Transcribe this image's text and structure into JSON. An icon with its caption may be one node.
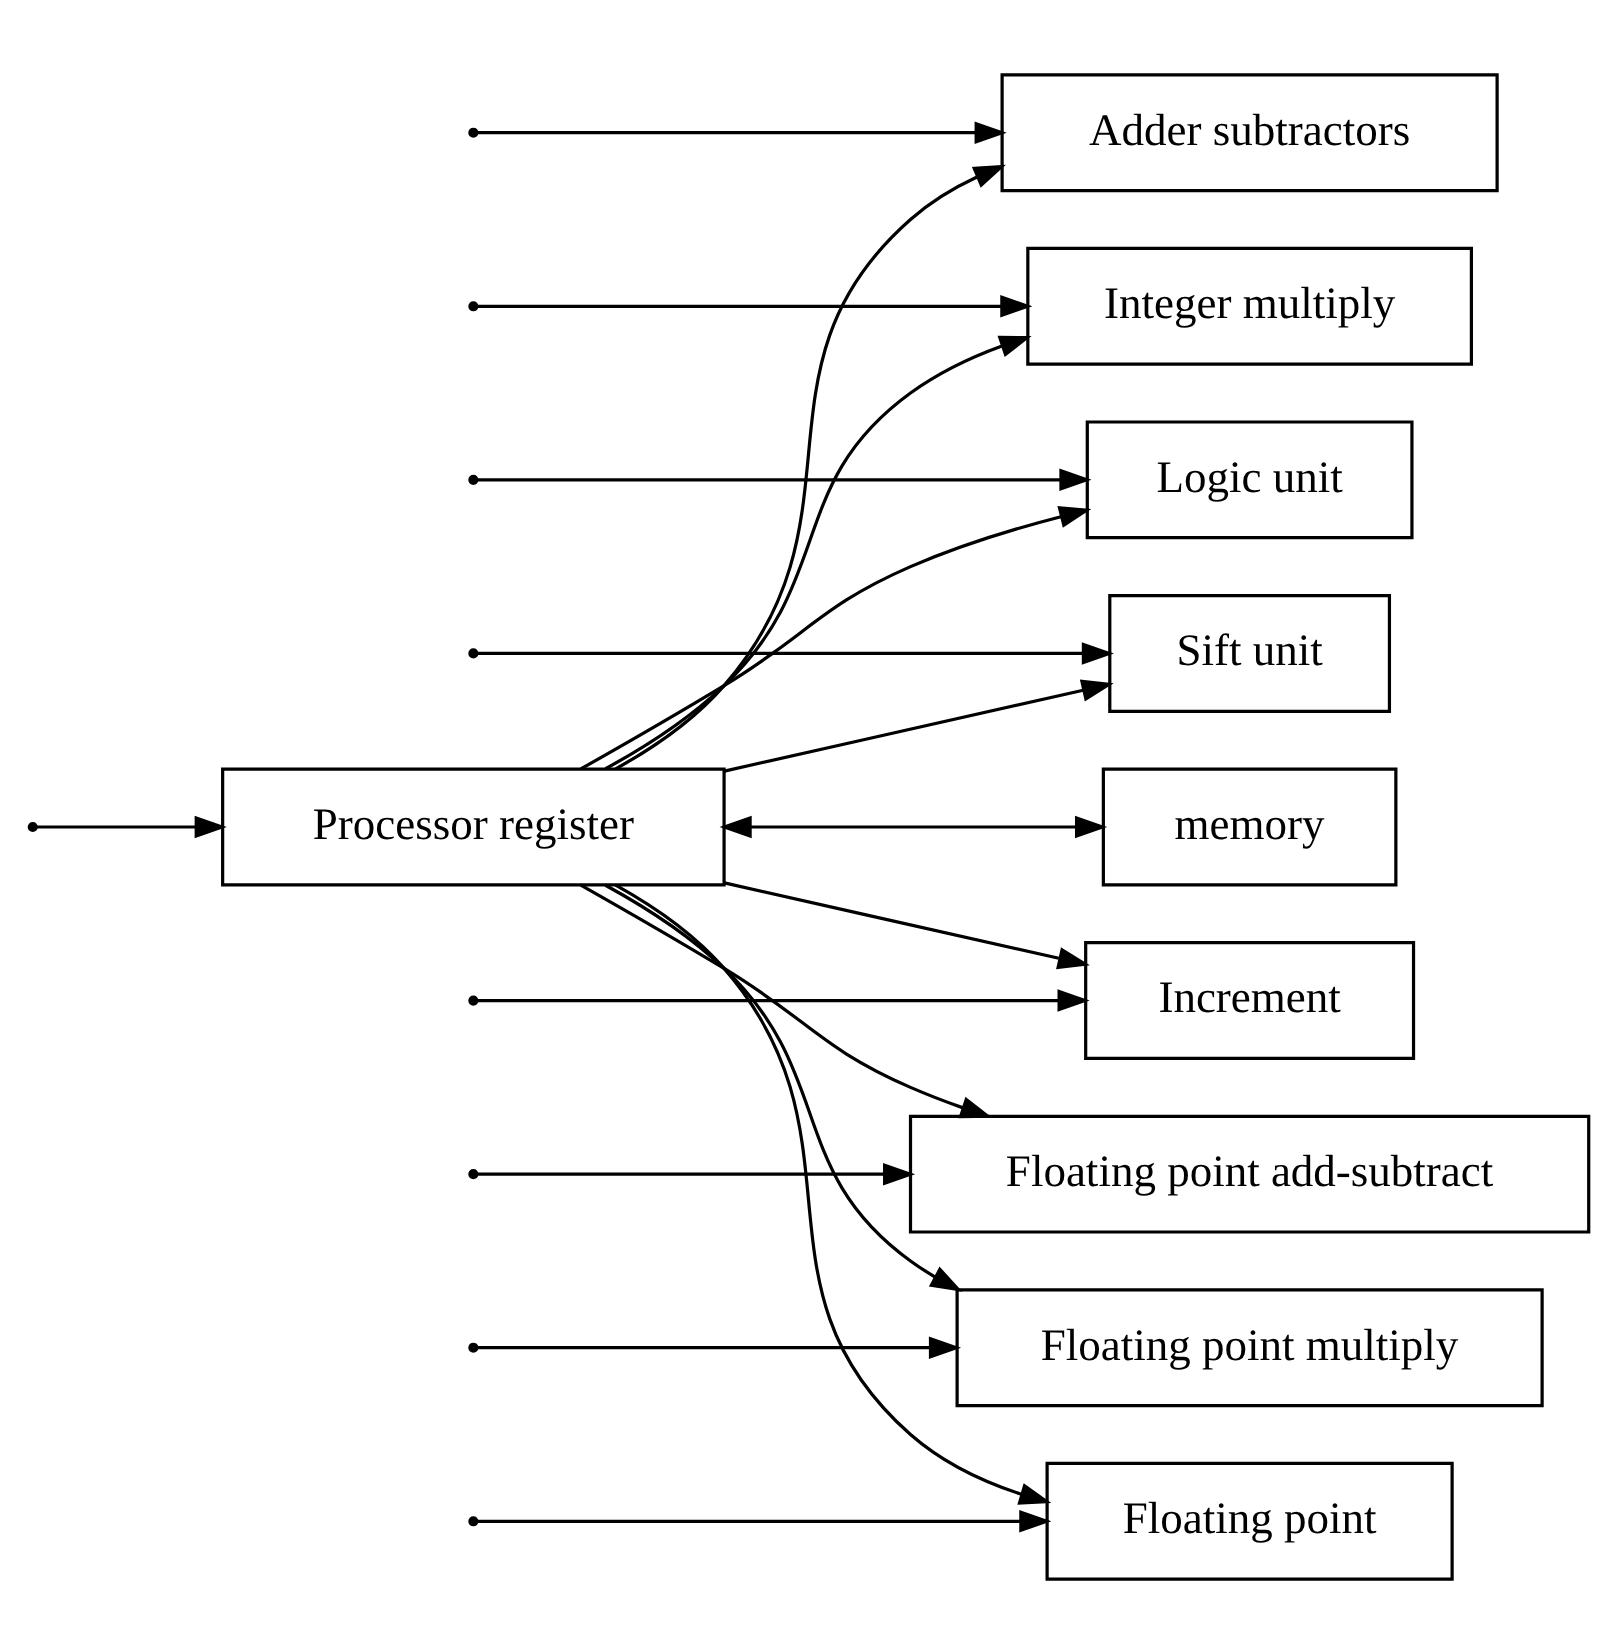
{
  "diagram": {
    "nodes": [
      {
        "text": [
          "Processor register"
        ]
      },
      {
        "text": [
          "memory"
        ]
      },
      {
        "text": [
          "Adder subtractors"
        ]
      },
      {
        "text": [
          "Integer multiply"
        ]
      },
      {
        "text": [
          "Logic unit"
        ]
      },
      {
        "text": [
          "Sift unit"
        ]
      },
      {
        "text": [
          "Increment"
        ]
      },
      {
        "text": [
          "Floating point add-subtract"
        ]
      },
      {
        "text": [
          "Floating point multiply"
        ]
      },
      {
        "text": [
          "Floating point"
        ]
      }
    ],
    "edges": [
      {
        "from": 0,
        "to": 1,
        "arrow": "both"
      },
      {
        "from": null,
        "to": 0,
        "arrow": "to"
      },
      {
        "from": 0,
        "to": 2,
        "arrow": "to"
      },
      {
        "from": 0,
        "to": 3,
        "arrow": "to"
      },
      {
        "from": 0,
        "to": 4,
        "arrow": "to"
      },
      {
        "from": 0,
        "to": 5,
        "arrow": "to"
      },
      {
        "from": 0,
        "to": 6,
        "arrow": "to"
      },
      {
        "from": 0,
        "to": 7,
        "arrow": "to"
      },
      {
        "from": 0,
        "to": 8,
        "arrow": "to"
      },
      {
        "from": 0,
        "to": 9,
        "arrow": "to"
      },
      {
        "from": null,
        "to": 2,
        "arrow": "to"
      },
      {
        "from": null,
        "to": 3,
        "arrow": "to"
      },
      {
        "from": null,
        "to": 4,
        "arrow": "to"
      },
      {
        "from": null,
        "to": 5,
        "arrow": "to"
      },
      {
        "from": null,
        "to": 6,
        "arrow": "to"
      },
      {
        "from": null,
        "to": 7,
        "arrow": "to"
      },
      {
        "from": null,
        "to": 8,
        "arrow": "to"
      },
      {
        "from": null,
        "to": 9,
        "arrow": "to"
      }
    ]
  }
}
